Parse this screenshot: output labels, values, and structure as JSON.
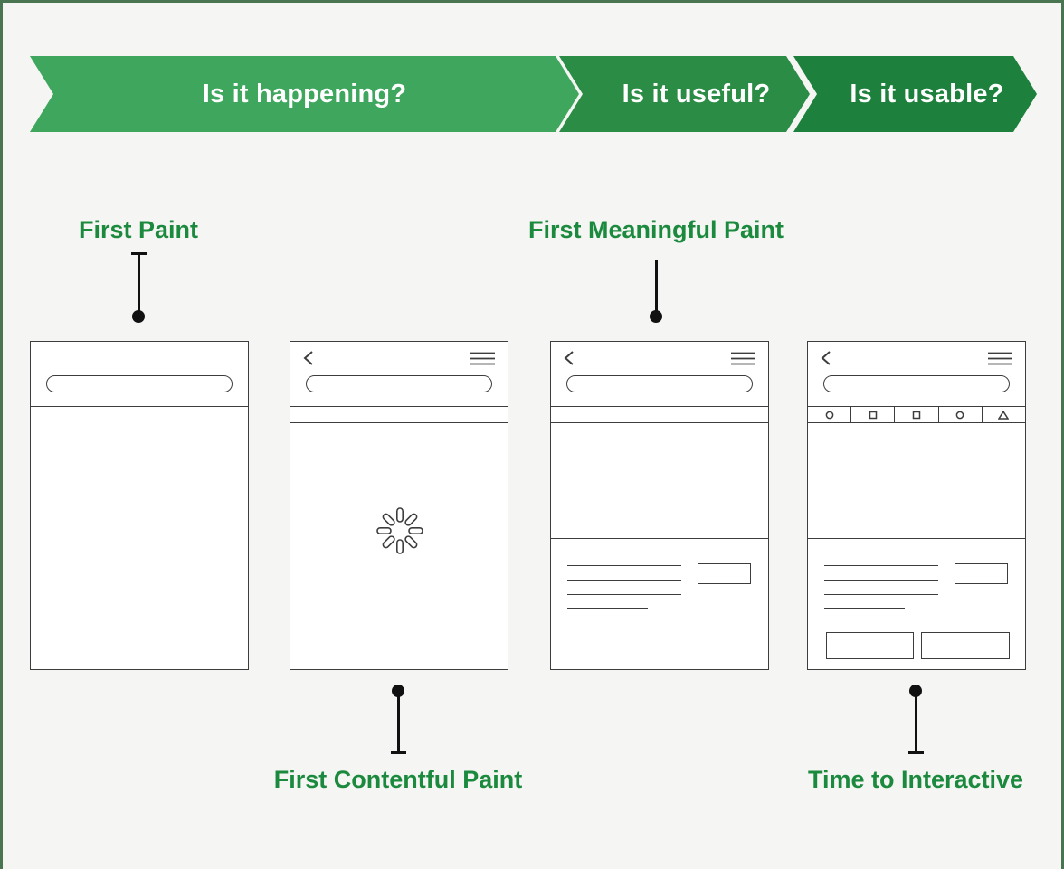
{
  "banner": {
    "segments": [
      {
        "id": "is-it-happening",
        "label": "Is it happening?",
        "color": "#3ea75d"
      },
      {
        "id": "is-it-useful",
        "label": "Is it useful?",
        "color": "#2b8c45"
      },
      {
        "id": "is-it-usable",
        "label": "Is it usable?",
        "color": "#1d803c"
      }
    ],
    "text_color": "#ffffff"
  },
  "metrics": {
    "first_paint": {
      "label": "First Paint"
    },
    "first_contentful_paint": {
      "label": "First Contentful Paint"
    },
    "first_meaningful_paint": {
      "label": "First Meaningful Paint"
    },
    "time_to_interactive": {
      "label": "Time to Interactive"
    }
  },
  "colors": {
    "background": "#f5f5f3",
    "frame_border": "#4a7551",
    "metric_label_green": "#1c8a3e",
    "wireframe_stroke": "#3d3d3d",
    "connector_black": "#111111"
  },
  "icons": {
    "back": "chevron-left",
    "menu": "hamburger",
    "loading": "spinner-8-segment",
    "toolbar": [
      "circle",
      "square",
      "square",
      "circle",
      "triangle"
    ]
  }
}
